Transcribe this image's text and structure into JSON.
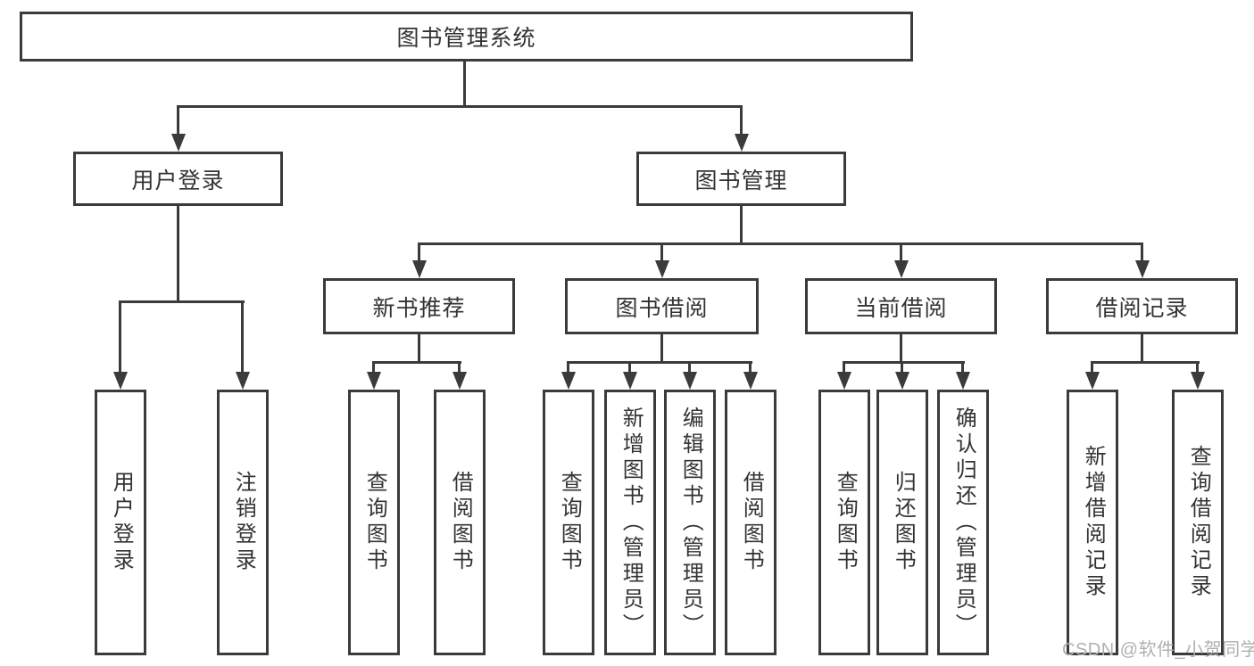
{
  "tree": {
    "root": {
      "label": "图书管理系统",
      "children": [
        {
          "label": "用户登录",
          "children": [
            {
              "label": "用户登录"
            },
            {
              "label": "注销登录"
            }
          ]
        },
        {
          "label": "图书管理",
          "children": [
            {
              "label": "新书推荐",
              "children": [
                {
                  "label": "查询图书"
                },
                {
                  "label": "借阅图书"
                }
              ]
            },
            {
              "label": "图书借阅",
              "children": [
                {
                  "label": "查询图书"
                },
                {
                  "label": "新增图书（管理员）"
                },
                {
                  "label": "编辑图书（管理员）"
                },
                {
                  "label": "借阅图书"
                }
              ]
            },
            {
              "label": "当前借阅",
              "children": [
                {
                  "label": "查询图书"
                },
                {
                  "label": "归还图书"
                },
                {
                  "label": "确认归还（管理员）"
                }
              ]
            },
            {
              "label": "借阅记录",
              "children": [
                {
                  "label": "新增借阅记录"
                },
                {
                  "label": "查询借阅记录"
                }
              ]
            }
          ]
        }
      ]
    }
  },
  "watermark": {
    "text": "CSDN @软件_小贺同学"
  },
  "colors": {
    "line": "#3b3b3b",
    "text": "#333333",
    "watermark": "#b0b0b0",
    "background": "#ffffff"
  }
}
